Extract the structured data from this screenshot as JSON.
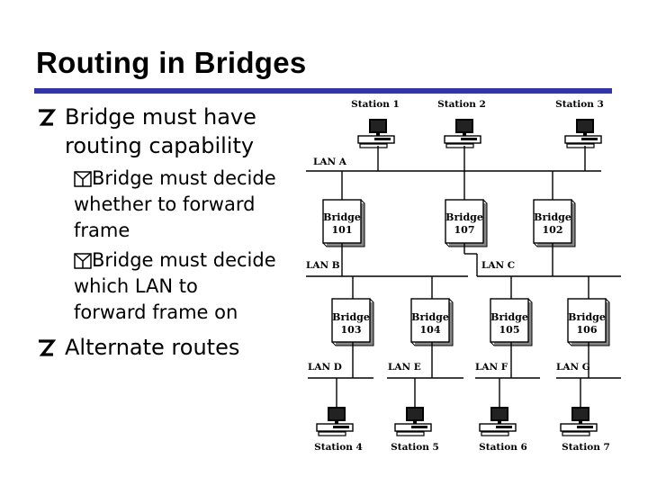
{
  "slide": {
    "title": "Routing in Bridges",
    "accent_color": "#3333aa",
    "bullets": [
      {
        "level": 1,
        "icon": "z-bullet-icon",
        "text_lines": [
          "Bridge must have",
          "routing capability"
        ]
      },
      {
        "level": 2,
        "icon": "y-bullet-icon",
        "text_lines": [
          "Bridge must decide",
          "whether to forward",
          "frame"
        ]
      },
      {
        "level": 2,
        "icon": "y-bullet-icon",
        "text_lines": [
          "Bridge must decide",
          "which LAN to",
          "forward frame on"
        ]
      },
      {
        "level": 1,
        "icon": "z-bullet-icon",
        "text_lines": [
          "Alternate routes"
        ]
      }
    ]
  },
  "diagram": {
    "stations": [
      "Station 1",
      "Station 2",
      "Station 3",
      "Station 4",
      "Station 5",
      "Station 6",
      "Station 7"
    ],
    "lans": [
      "LAN A",
      "LAN B",
      "LAN C",
      "LAN D",
      "LAN E",
      "LAN F",
      "LAN G"
    ],
    "bridges": [
      {
        "label": "Bridge",
        "id": "101"
      },
      {
        "label": "Bridge",
        "id": "107"
      },
      {
        "label": "Bridge",
        "id": "102"
      },
      {
        "label": "Bridge",
        "id": "103"
      },
      {
        "label": "Bridge",
        "id": "104"
      },
      {
        "label": "Bridge",
        "id": "105"
      },
      {
        "label": "Bridge",
        "id": "106"
      }
    ]
  }
}
